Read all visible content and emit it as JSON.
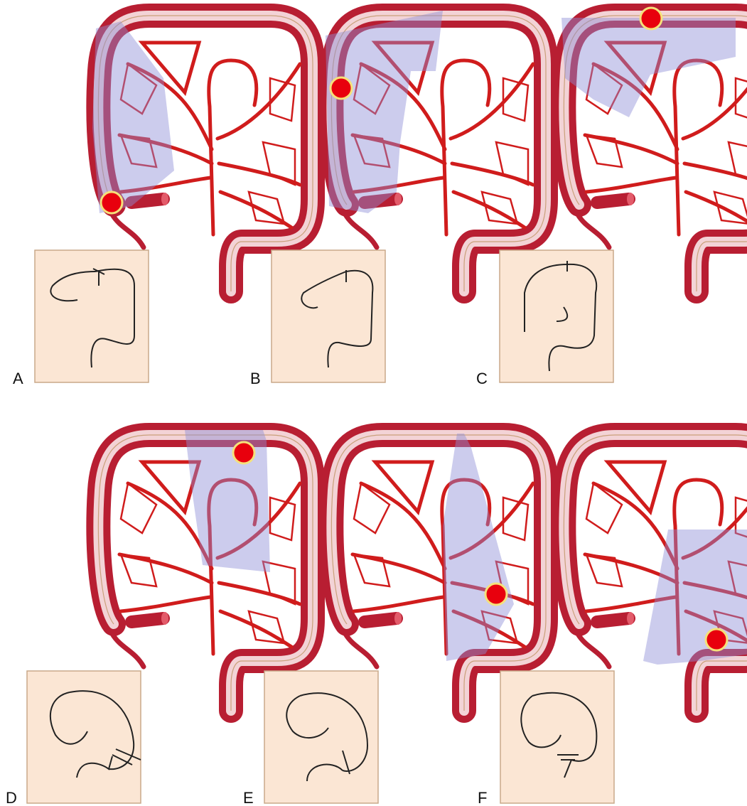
{
  "panels": [
    {
      "id": "A",
      "label": "A"
    },
    {
      "id": "B",
      "label": "B"
    },
    {
      "id": "C",
      "label": "C"
    },
    {
      "id": "D",
      "label": "D"
    },
    {
      "id": "E",
      "label": "E"
    },
    {
      "id": "F",
      "label": "F"
    }
  ],
  "colors": {
    "colon_outer": "#b81e32",
    "colon_inner": "#f3d3d6",
    "vessel": "#d01c1c",
    "resection_overlay": "#8e8ed8",
    "tumor_marker": "#e8000d",
    "tumor_ring": "#f5e17a",
    "inset_background": "#fbe6d4",
    "inset_border": "#c9a88a",
    "inset_line": "#222222"
  }
}
